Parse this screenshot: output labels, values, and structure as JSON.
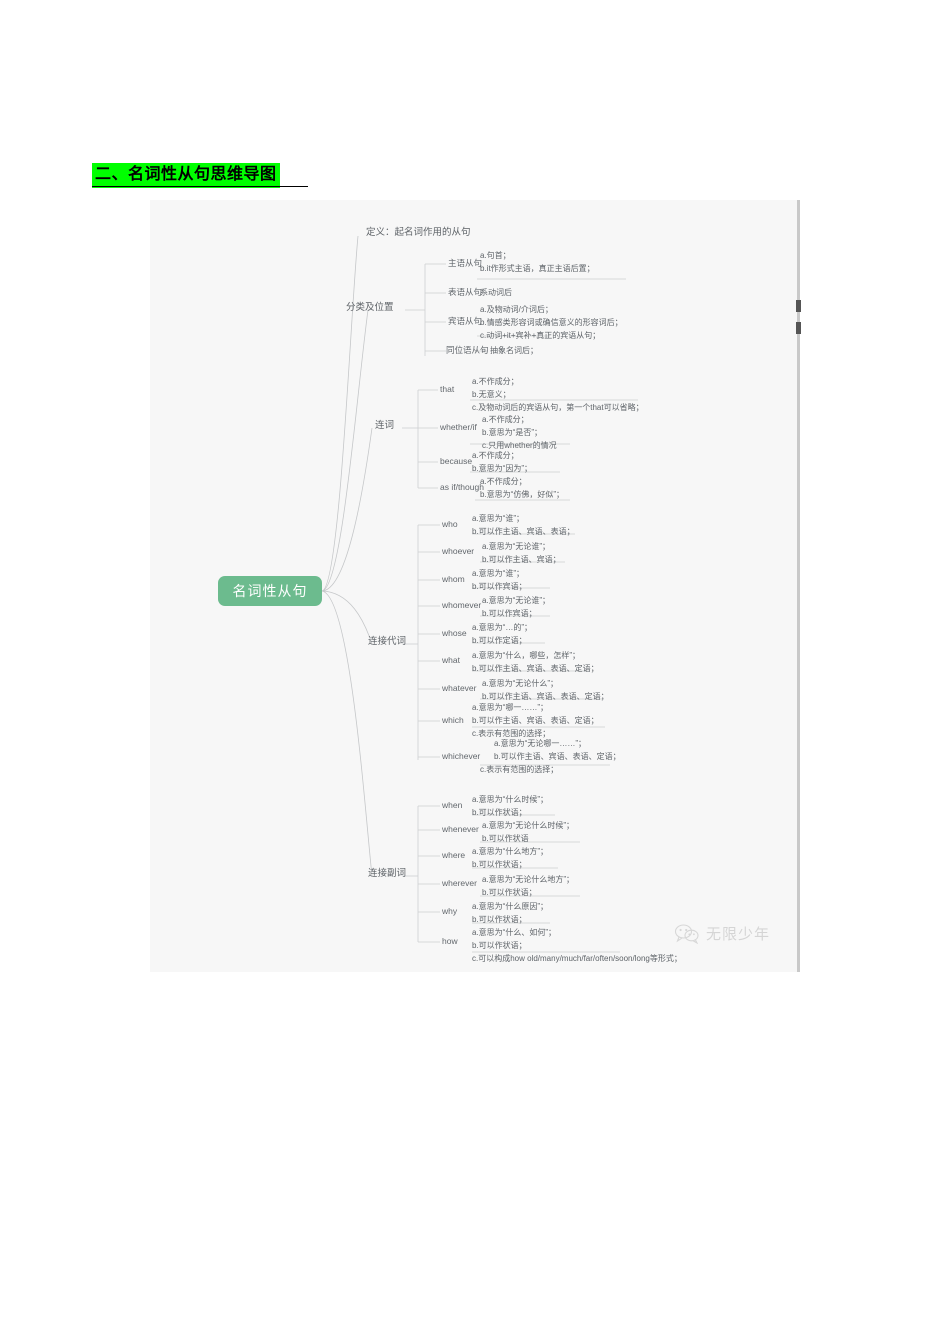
{
  "heading": {
    "text": "二、名词性从句思维导图",
    "highlight_color": "#00ff00"
  },
  "mindmap": {
    "root": {
      "label": "名词性从句",
      "color": "#6cbb8e",
      "text_color": "#ffffff"
    },
    "branches": [
      {
        "label": "定义：起名词作用的从句",
        "children": []
      },
      {
        "label": "分类及位置",
        "children": [
          {
            "label": "主语从句",
            "details": [
              "a.句首；",
              "b.it作形式主语，真正主语后置；"
            ]
          },
          {
            "label": "表语从句",
            "details": [
              "系动词后"
            ]
          },
          {
            "label": "宾语从句",
            "details": [
              "a.及物动词/介词后；",
              "b.情感类形容词或确信意义的形容词后；",
              "c.动词+it+宾补+真正的宾语从句；"
            ]
          },
          {
            "label": "同位语从句",
            "details": [
              "抽象名词后；"
            ]
          }
        ]
      },
      {
        "label": "连词",
        "children": [
          {
            "label": "that",
            "details": [
              "a.不作成分；",
              "b.无意义；",
              "c.及物动词后的宾语从句，第一个that可以省略；"
            ]
          },
          {
            "label": "whether/if",
            "details": [
              "a.不作成分；",
              "b.意思为“是否”；",
              "c.只用whether的情况"
            ]
          },
          {
            "label": "because",
            "details": [
              "a.不作成分；",
              "b.意思为“因为”；"
            ]
          },
          {
            "label": "as if/though",
            "details": [
              "a.不作成分；",
              "b.意思为“仿佛，好似”；"
            ]
          }
        ]
      },
      {
        "label": "连接代词",
        "children": [
          {
            "label": "who",
            "details": [
              "a.意思为“谁”；",
              "b.可以作主语、宾语、表语；"
            ]
          },
          {
            "label": "whoever",
            "details": [
              "a.意思为“无论谁”；",
              "b.可以作主语、宾语；"
            ]
          },
          {
            "label": "whom",
            "details": [
              "a.意思为“谁”；",
              "b.可以作宾语；"
            ]
          },
          {
            "label": "whomever",
            "details": [
              "a.意思为“无论谁”；",
              "b.可以作宾语；"
            ]
          },
          {
            "label": "whose",
            "details": [
              "a.意思为“…的”；",
              "b.可以作定语；"
            ]
          },
          {
            "label": "what",
            "details": [
              "a.意思为“什么，哪些，怎样”；",
              "b.可以作主语、宾语、表语、定语；"
            ]
          },
          {
            "label": "whatever",
            "details": [
              "a.意思为“无论什么”；",
              "b.可以作主语、宾语、表语、定语；"
            ]
          },
          {
            "label": "which",
            "details": [
              "a.意思为“哪一……”；",
              "b.可以作主语、宾语、表语、定语；",
              "c.表示有范围的选择；"
            ]
          },
          {
            "label": "whichever",
            "details": [
              "a.意思为“无论哪一……”；",
              "b.可以作主语、宾语、表语、定语；",
              "c.表示有范围的选择；"
            ]
          }
        ]
      },
      {
        "label": "连接副词",
        "children": [
          {
            "label": "when",
            "details": [
              "a.意思为“什么时候”；",
              "b.可以作状语；"
            ]
          },
          {
            "label": "whenever",
            "details": [
              "a.意思为“无论什么时候”；",
              "b.可以作状语"
            ]
          },
          {
            "label": "where",
            "details": [
              "a.意思为“什么地方”；",
              "b.可以作状语；"
            ]
          },
          {
            "label": "wherever",
            "details": [
              "a.意思为“无论什么地方”；",
              "b.可以作状语；"
            ]
          },
          {
            "label": "why",
            "details": [
              "a.意思为“什么原因”；",
              "b.可以作状语；"
            ]
          },
          {
            "label": "how",
            "details": [
              "a.意思为“什么、如何”；",
              "b.可以作状语；",
              "c.可以构成how old/many/much/far/often/soon/long等形式；"
            ]
          }
        ]
      }
    ]
  },
  "watermark": {
    "text": "无限少年",
    "icon": "wechat-icon"
  }
}
